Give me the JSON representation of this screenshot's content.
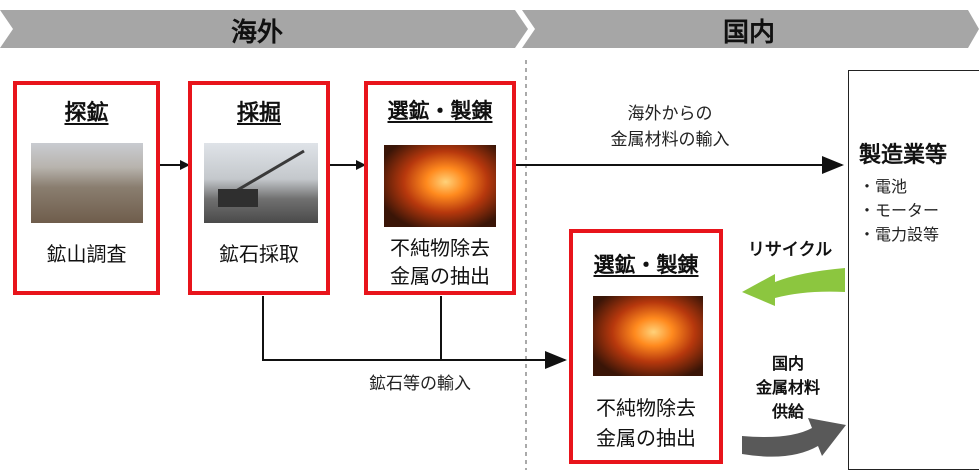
{
  "phases": {
    "overseas": "海外",
    "domestic": "国内"
  },
  "steps": [
    {
      "title": "探鉱",
      "desc": "鉱山調査"
    },
    {
      "title": "採掘",
      "desc": "鉱石採取"
    },
    {
      "title": "選鉱・製錬",
      "desc_line1": "不純物除去",
      "desc_line2": "金属の抽出"
    }
  ],
  "domestic_step": {
    "title": "選鉱・製錬",
    "desc_line1": "不純物除去",
    "desc_line2": "金属の抽出"
  },
  "import_metal": {
    "line1": "海外からの",
    "line2": "金属材料の輸入"
  },
  "import_ore": "鉱石等の輸入",
  "recycle": "リサイクル",
  "supply": {
    "line1": "国内",
    "line2": "金属材料",
    "line3": "供給"
  },
  "manufacturing": {
    "title": "製造業等",
    "items": [
      "・電池",
      "・モーター",
      "・電力設等"
    ]
  },
  "colors": {
    "frame_red": "#e8141b",
    "chevron_gray": "#a6a6a6",
    "recycle_green": "#8cc63f",
    "supply_gray": "#595959"
  }
}
